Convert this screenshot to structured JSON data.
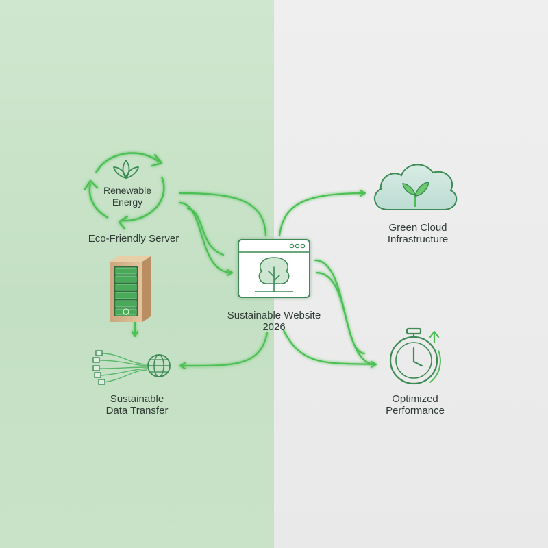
{
  "nodes": {
    "renewable_energy": "Renewable\nEnergy",
    "eco_server": "Eco-Friendly Server",
    "website": "Sustainable Website\n2026",
    "data_transfer": "Sustainable\nData Transfer",
    "green_cloud": "Green Cloud\nInfrastructure",
    "performance": "Optimized\nPerformance"
  },
  "icons": {
    "renewable": "leaf-cycle-icon",
    "server": "server-rack-icon",
    "website": "browser-tree-icon",
    "network": "cable-globe-icon",
    "cloud": "cloud-sprout-icon",
    "stopwatch": "stopwatch-icon"
  },
  "colors": {
    "accent": "#4bbf52",
    "stroke_dark": "#3d8a55",
    "left_bg": "#c8e2c7",
    "right_bg": "#ebebeb"
  }
}
